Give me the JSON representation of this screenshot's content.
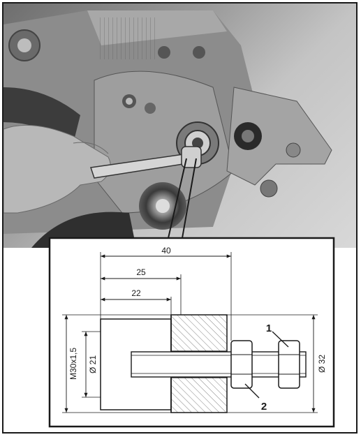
{
  "dimensions": {
    "length_total": "40",
    "length_mid": "25",
    "length_short": "22",
    "thread": "M30x1,5",
    "inner_diameter": "Ø 21",
    "outer_diameter": "Ø 32"
  },
  "callouts": {
    "nut": "1",
    "locknut": "2"
  },
  "colors": {
    "line": "#1a1a1a",
    "hatch": "#555555",
    "photo_dark": "#3a3a3a"
  }
}
